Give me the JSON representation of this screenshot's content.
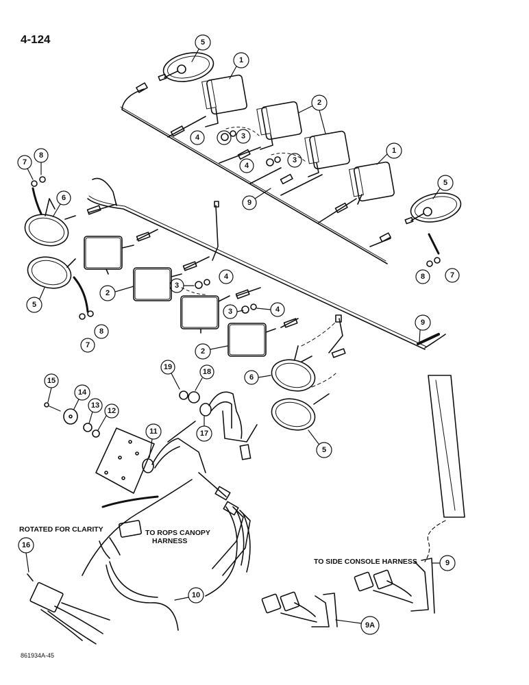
{
  "page_number": "4-124",
  "figure_id": "861934A-45",
  "notes": {
    "rotated": "ROTATED FOR CLARITY",
    "rops_line1": "TO ROPS CANOPY",
    "rops_line2": "HARNESS",
    "side_console": "TO SIDE CONSOLE HARNESS"
  },
  "callouts": [
    "1",
    "2",
    "3",
    "4",
    "5",
    "6",
    "7",
    "8",
    "9",
    "9A",
    "10",
    "11",
    "12",
    "13",
    "14",
    "15",
    "16",
    "17",
    "18",
    "19"
  ],
  "colors": {
    "ink": "#111111",
    "paper": "#ffffff"
  }
}
